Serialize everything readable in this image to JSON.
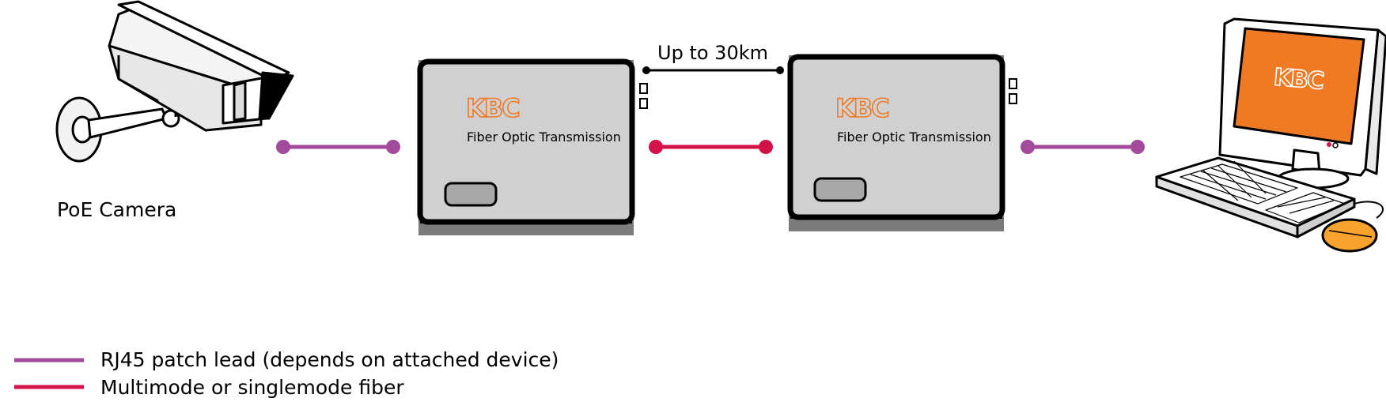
{
  "camera": {
    "label": "PoE Camera"
  },
  "distance_label": "Up to 30km",
  "units": [
    {
      "brand": "KBC",
      "title": "Fiber Optic Transmission"
    },
    {
      "brand": "KBC",
      "title": "Fiber Optic Transmission"
    }
  ],
  "computer": {
    "screen_brand": "KBC"
  },
  "legend": [
    {
      "label": "RJ45 patch lead (depends on attached device)",
      "color": "#a24a9c"
    },
    {
      "label": "Multimode or singlemode fiber",
      "color": "#d4124a"
    }
  ],
  "colors": {
    "rj45": "#a24a9c",
    "fiber": "#d4124a",
    "brand_orange": "#f07a24",
    "unit_face": "#d0d0d0",
    "unit_base": "#7b7b7b",
    "mouse": "#f7a32e"
  }
}
